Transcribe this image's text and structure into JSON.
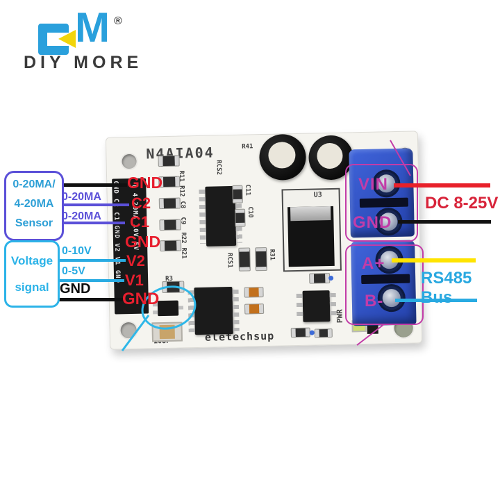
{
  "brand": {
    "m": "M",
    "registered": "®",
    "name": "DIY MORE"
  },
  "board": {
    "model": "N4AIA04",
    "maker": "eletechsup",
    "silkscreen": {
      "r41": "R41",
      "rcs2": "RCS2",
      "r11_r12": "R11 R12",
      "c8": "C8",
      "c9": "C9",
      "r22": "R22",
      "r21": "R21",
      "c11": "C11",
      "c10": "C10",
      "u3": "U3",
      "rcs1": "RCS1",
      "r31": "R31",
      "r3": "R3",
      "c_10uf": "10UF",
      "pwr": "PWR",
      "header_pins": "GND C2 C1 GND V2 V1 GND",
      "header_modes": "( 4-20MA  10V 5V"
    },
    "pins_left": [
      "GND",
      "C2",
      "C1",
      "GND",
      "V2",
      "V1",
      "GND"
    ],
    "pins_right": [
      "VIN",
      "GND",
      "A+",
      "B-"
    ]
  },
  "annotations": {
    "sensor_box": [
      "0-20MA/",
      "4-20MA",
      "Sensor"
    ],
    "voltage_box": [
      "Voltage",
      "signal"
    ],
    "current_label_1": "0-20MA",
    "current_label_2": "0-20MA",
    "voltage_label_1": "0-10V",
    "voltage_label_2": "0-5V",
    "ground_label": "GND",
    "power_label": "DC 8-25V",
    "bus_label": "RS485 Bus"
  },
  "colors": {
    "logo_blue": "#2aa0dc",
    "logo_yellow": "#f2d50a",
    "annotation_purple": "#5b50d8",
    "annotation_cyan": "#29abe2",
    "pin_label_red": "#e81f2e",
    "terminal_label_magenta": "#c23ca8",
    "wire_red": "#e8202a",
    "wire_yellow": "#ffe400",
    "wire_black": "#111111",
    "power_text_red": "#d8243a",
    "terminal_blue": "#2f55cb"
  }
}
